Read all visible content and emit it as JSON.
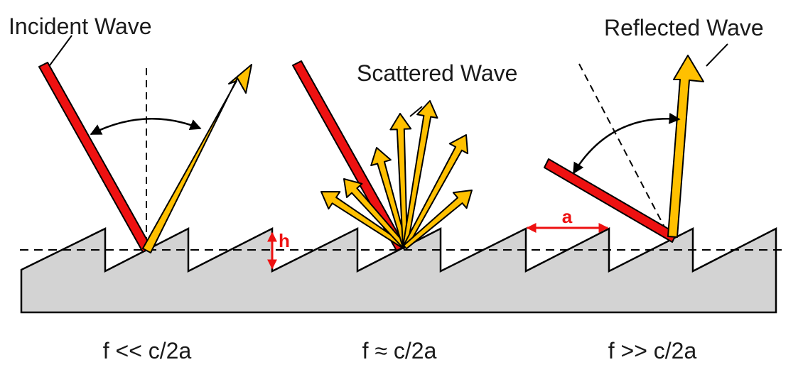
{
  "labels": {
    "incident": "Incident Wave",
    "scattered": "Scattered Wave",
    "reflected": "Reflected Wave",
    "height": "h",
    "period": "a"
  },
  "regimes": [
    {
      "text": "f << c/2a"
    },
    {
      "text": "f ≈ c/2a"
    },
    {
      "text": "f >> c/2a"
    }
  ],
  "colors": {
    "surface_fill": "#d3d3d3",
    "outline": "#000000",
    "ray_red": "#ee1111",
    "ray_orange": "#ffc000",
    "dimension_red": "#ee1111"
  },
  "icons": {
    "ray_head": "arrowhead"
  }
}
